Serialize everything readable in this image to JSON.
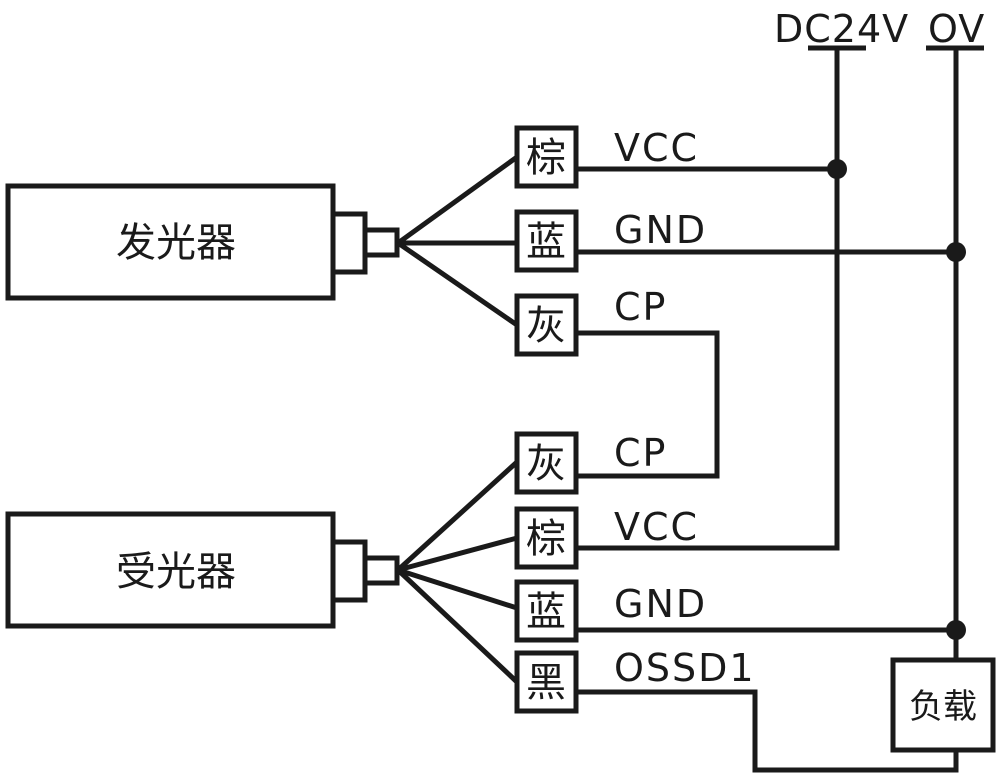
{
  "rails": {
    "dc24v": "DC24V",
    "zero_v": "OV"
  },
  "emitter": {
    "label": "发光器",
    "wires": [
      {
        "color": "棕",
        "signal": "VCC"
      },
      {
        "color": "蓝",
        "signal": "GND"
      },
      {
        "color": "灰",
        "signal": "CP"
      }
    ]
  },
  "receiver": {
    "label": "受光器",
    "wires": [
      {
        "color": "灰",
        "signal": "CP"
      },
      {
        "color": "棕",
        "signal": "VCC"
      },
      {
        "color": "蓝",
        "signal": "GND"
      },
      {
        "color": "黑",
        "signal": "OSSD1"
      }
    ]
  },
  "load": {
    "label": "负载"
  },
  "colors": {
    "line": "#1a1a1a",
    "background": "#ffffff"
  }
}
